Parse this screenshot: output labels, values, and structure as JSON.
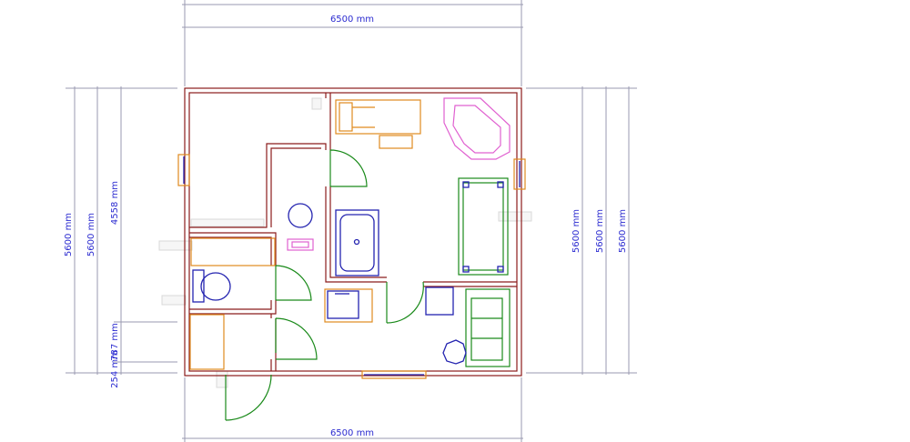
{
  "dimensions": {
    "top_width": "6500 mm",
    "bottom_width": "6500 mm",
    "left_height_1": "5600 mm",
    "left_height_2": "5600 mm",
    "left_height_3": "4558 mm",
    "left_small_1": "787 mm",
    "left_small_2": "254 mm",
    "right_height_1": "5600 mm",
    "right_height_2": "5600 mm",
    "right_height_3": "5600 mm"
  },
  "colors": {
    "walls": "#8b1c1c",
    "doors": "#1a8a1a",
    "furniture_orange": "#e08a1e",
    "furniture_blue": "#2424b0",
    "furniture_green": "#1a8a1a",
    "furniture_pink": "#e060d0",
    "dimension_text": "#2b2bd0"
  }
}
